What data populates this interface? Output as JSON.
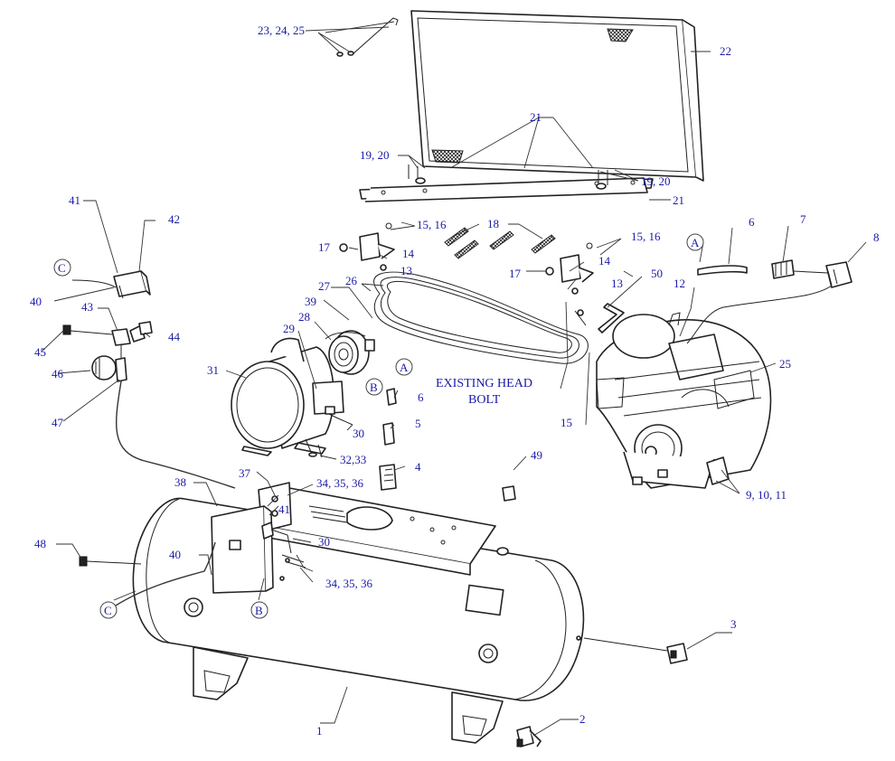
{
  "labels": {
    "p1": "1",
    "p2": "2",
    "p3": "3",
    "p4": "4",
    "p5": "5",
    "p6a": "6",
    "p6b": "6",
    "p7": "7",
    "p8": "8",
    "p9_11": "9, 10, 11",
    "p12": "12",
    "p13a": "13",
    "p13b": "13",
    "p14a": "14",
    "p14b": "14",
    "p15a": "15",
    "p15_16a": "15, 16",
    "p15_16b": "15, 16",
    "p17a": "17",
    "p17b": "17",
    "p18": "18",
    "p19_20a": "19, 20",
    "p19_20b": "19, 20",
    "p21a": "21",
    "p21b": "21",
    "p22": "22",
    "p23_25": "23, 24, 25",
    "p25": "25",
    "p26": "26",
    "p27": "27",
    "p28": "28",
    "p29": "29",
    "p30a": "30",
    "p30b": "30",
    "p31": "31",
    "p32_33": "32,33",
    "p34_36a": "34, 35, 36",
    "p34_36b": "34, 35, 36",
    "p37": "37",
    "p38": "38",
    "p39": "39",
    "p40a": "40",
    "p40b": "40",
    "p41a": "41",
    "p41b": "41",
    "p42": "42",
    "p43": "43",
    "p44": "44",
    "p45": "45",
    "p46": "46",
    "p47": "47",
    "p48": "48",
    "p49": "49",
    "p50": "50"
  },
  "refs": {
    "a1": "A",
    "a2": "A",
    "b1": "B",
    "b2": "B",
    "c1": "C",
    "c2": "C"
  },
  "note": {
    "line1": "EXISTING HEAD",
    "line2": "BOLT"
  },
  "colors": {
    "callout_text": "#1a1aa6",
    "linework": "#222222",
    "background": "#ffffff"
  }
}
